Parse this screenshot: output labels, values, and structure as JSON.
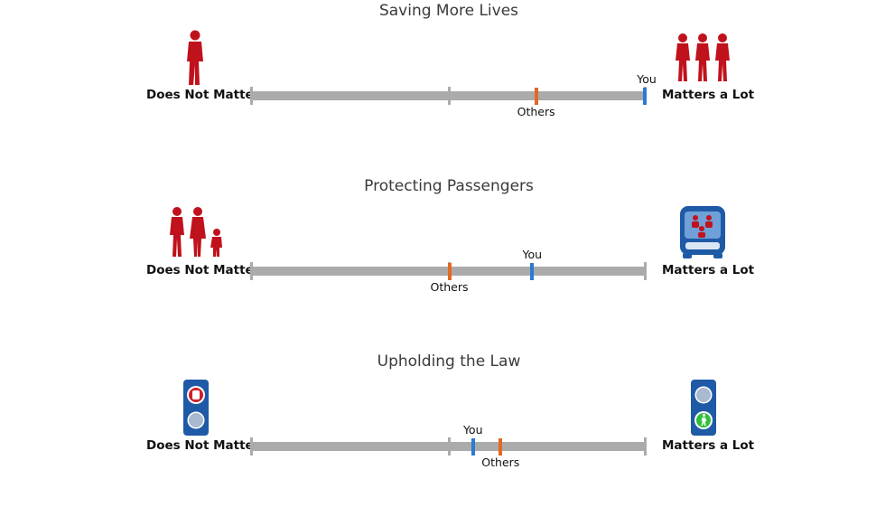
{
  "left_label": "Does Not Matter",
  "right_label": "Matters a Lot",
  "you_label": "You",
  "others_label": "Others",
  "colors": {
    "bar": "#ababab",
    "you_marker": "#2a7bd2",
    "others_marker": "#e06a24",
    "figure_red": "#c0121c",
    "signal_blue": "#1f5aa6"
  },
  "scales": [
    {
      "title": "Saving More Lives",
      "left_icon": "single-pedestrian-icon",
      "right_icon": "group-of-pedestrians-icon",
      "you_value": 1.0,
      "others_value": 0.72
    },
    {
      "title": "Protecting Passengers",
      "left_icon": "pedestrian-family-icon",
      "right_icon": "car-with-passengers-icon",
      "you_value": 0.71,
      "others_value": 0.5
    },
    {
      "title": "Upholding the Law",
      "left_icon": "red-stop-signal-icon",
      "right_icon": "green-walk-signal-icon",
      "you_value": 0.56,
      "others_value": 0.63
    }
  ]
}
